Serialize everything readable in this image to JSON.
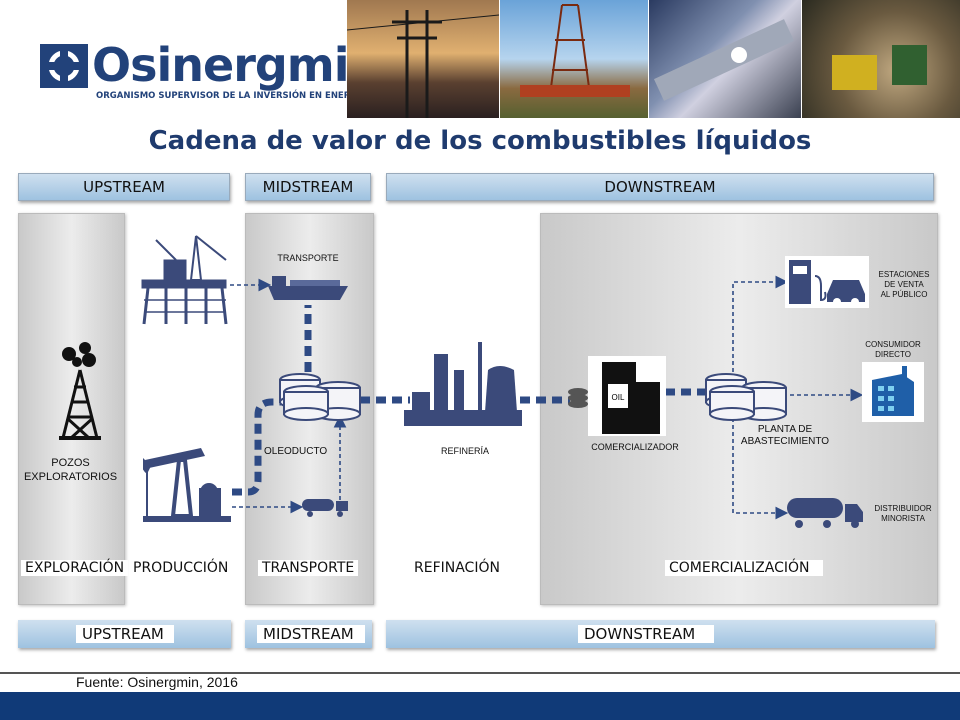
{
  "header": {
    "logo_name": "Osinergmin",
    "logo_subtitle": "ORGANISMO SUPERVISOR DE LA INVERSIÓN EN ENERGÍA Y MINERÍA"
  },
  "title": "Cadena de valor de los combustibles líquidos",
  "top_bars": {
    "upstream": "UPSTREAM",
    "midstream": "MIDSTREAM",
    "downstream": "DOWNSTREAM"
  },
  "nodes": {
    "pozos": "POZOS\nEXPLORATORIOS",
    "transporte": "TRANSPORTE",
    "oleoducto": "OLEODUCTO",
    "refineria": "REFINERÍA",
    "comercializador": "COMERCIALIZADOR",
    "planta": "PLANTA DE\nABASTECIMIENTO",
    "estaciones": "ESTACIONES\nDE VENTA\nAL PÚBLICO",
    "consumidor": "CONSUMIDOR\nDIRECTO",
    "distribuidor": "DISTRIBUIDOR\nMINORISTA",
    "oil_label": "OIL"
  },
  "stages": {
    "exploracion": "EXPLORACIÓN",
    "produccion": "PRODUCCIÓN",
    "transporte": "TRANSPORTE",
    "refinacion": "REFINACIÓN",
    "comercializacion": "COMERCIALIZACIÓN"
  },
  "bottom_bars": {
    "upstream": "UPSTREAM",
    "midstream": "MIDSTREAM",
    "downstream": "DOWNSTREAM"
  },
  "footer": {
    "source": "Fuente: Osinergmin, 2016"
  },
  "colors": {
    "brand": "#22427a",
    "icon": "#3b4a7a",
    "footer": "#103a78"
  }
}
